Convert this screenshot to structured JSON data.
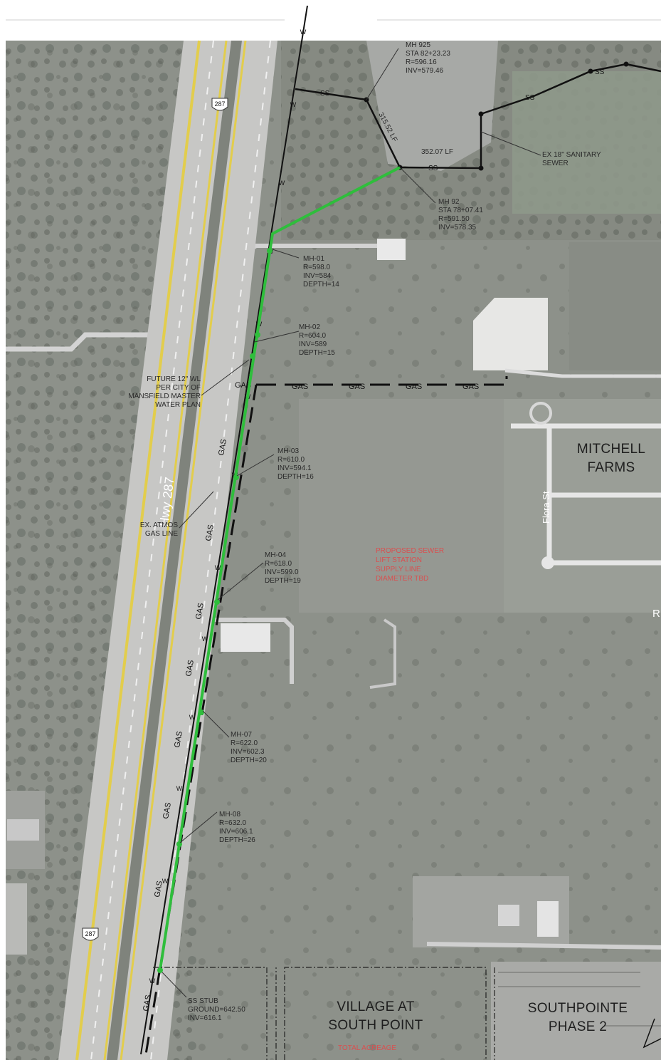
{
  "highway": {
    "name_label": "Hwy 287",
    "shield_numbers": [
      "287",
      "287"
    ]
  },
  "areas": {
    "mitchell_farms": "MITCHELL\nFARMS",
    "flora_street": "Flora St",
    "village_at_south_point": "VILLAGE AT\nSOUTH POINT",
    "southpointe_phase2": "SOUTHPOINTE\nPHASE 2",
    "edge_letter": "R"
  },
  "utility_labels": {
    "sewer": "SS",
    "gas": "GAS",
    "water": "W"
  },
  "manholes": [
    {
      "name": "MH-01",
      "lines": [
        "MH-01",
        "R=598.0",
        "INV=584",
        "DEPTH=14"
      ]
    },
    {
      "name": "MH-02",
      "lines": [
        "MH-02",
        "R=604.0",
        "INV=589",
        "DEPTH=15"
      ]
    },
    {
      "name": "MH-03",
      "lines": [
        "MH-03",
        "R=610.0",
        "INV=594.1",
        "DEPTH=16"
      ]
    },
    {
      "name": "MH-04",
      "lines": [
        "MH-04",
        "R=618.0",
        "INV=599.0",
        "DEPTH=19"
      ]
    },
    {
      "name": "MH-07",
      "lines": [
        "MH-07",
        "R=622.0",
        "INV=602.3",
        "DEPTH=20"
      ]
    },
    {
      "name": "MH-08",
      "lines": [
        "MH-08",
        "R=632.0",
        "INV=606.1",
        "DEPTH=26"
      ]
    }
  ],
  "existing_manholes": [
    {
      "name": "MH 925",
      "lines": [
        "MH 925",
        "STA 82+23.23",
        "R=596.16",
        "INV=579.46"
      ]
    },
    {
      "name": "MH 92",
      "lines": [
        "MH 92",
        "STA 78+07.41",
        "R=591.50",
        "INV=578.35"
      ]
    }
  ],
  "callouts": {
    "future_waterline": [
      "FUTURE 12\" WL",
      "PER CITY OF",
      "MANSFIELD MASTER",
      "WATER PLAN"
    ],
    "existing_gas": [
      "EX. ATMOS",
      "GAS LINE"
    ],
    "existing_sewer": [
      "EX 18\" SANITARY",
      "SEWER"
    ],
    "existing_sewer_length": "352.07 LF",
    "existing_sewer_length2": "315.52 LF",
    "sewer_end": [
      "SS STUB",
      "GROUND=642.50",
      "INV=616.1"
    ],
    "proposed_pump": [
      "PROPOSED SEWER",
      "LIFT STATION",
      "SUPPLY LINE",
      "DIAMETER TBD"
    ],
    "total_acreage": "TOTAL ACREAGE"
  },
  "colors": {
    "proposed_sewer": "#2fbe3c",
    "existing_lines": "#111111",
    "label_red": "#d85050"
  }
}
